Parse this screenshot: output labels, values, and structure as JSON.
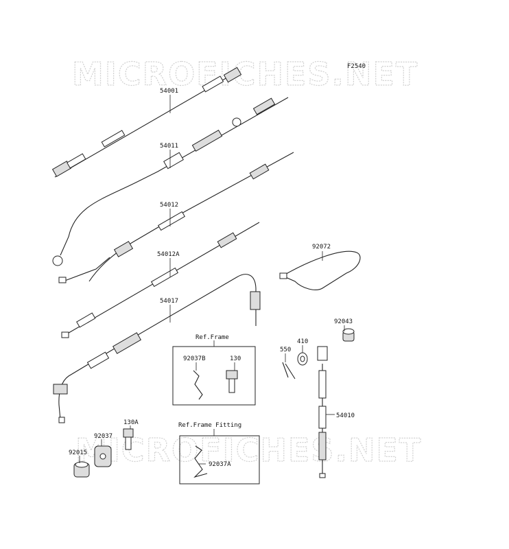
{
  "figure_code": "F2540",
  "watermark": "MICROFICHES.NET",
  "parts": {
    "p54001": "54001",
    "p54011": "54011",
    "p54012": "54012",
    "p54012A": "54012A",
    "p54017": "54017",
    "p92072": "92072",
    "p92043": "92043",
    "p410": "410",
    "p550": "550",
    "p54010": "54010",
    "p92037B": "92037B",
    "p130": "130",
    "p130A": "130A",
    "p92037": "92037",
    "p92015": "92015",
    "p92037A": "92037A"
  },
  "boxes": {
    "ref_frame": "Ref.Frame",
    "ref_frame_fitting": "Ref.Frame Fitting"
  }
}
